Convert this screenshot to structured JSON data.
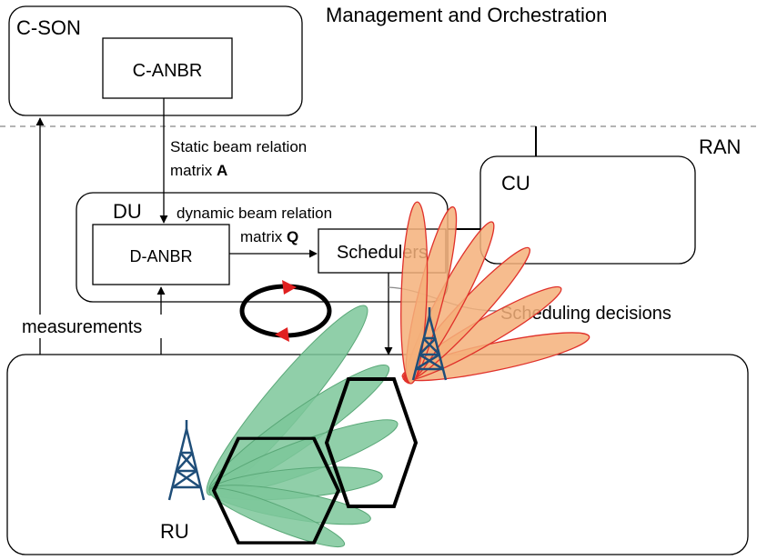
{
  "title": "Management and Orchestration",
  "ran_label": "RAN",
  "cson": {
    "label": "C-SON",
    "inner": "C-ANBR"
  },
  "cu": {
    "label": "CU"
  },
  "du": {
    "label": "DU",
    "danbr": "D-ANBR",
    "schedulers": "Schedulers"
  },
  "static_relation": {
    "line1": "Static beam relation",
    "line2_prefix": "matrix ",
    "line2_bold": "A"
  },
  "dynamic_relation": {
    "line1": "dynamic beam relation",
    "line2_prefix": "matrix ",
    "line2_bold": "Q"
  },
  "measurements_label": "measurements",
  "scheduling_decisions_label": "Scheduling decisions",
  "ru_label": "RU",
  "colors": {
    "green_beam": "#7cc79a",
    "orange_beam": "#f5b07a",
    "orange_edge": "#e0302a",
    "tower": "#1f4e79",
    "cycle_arrow": "#e02020"
  }
}
